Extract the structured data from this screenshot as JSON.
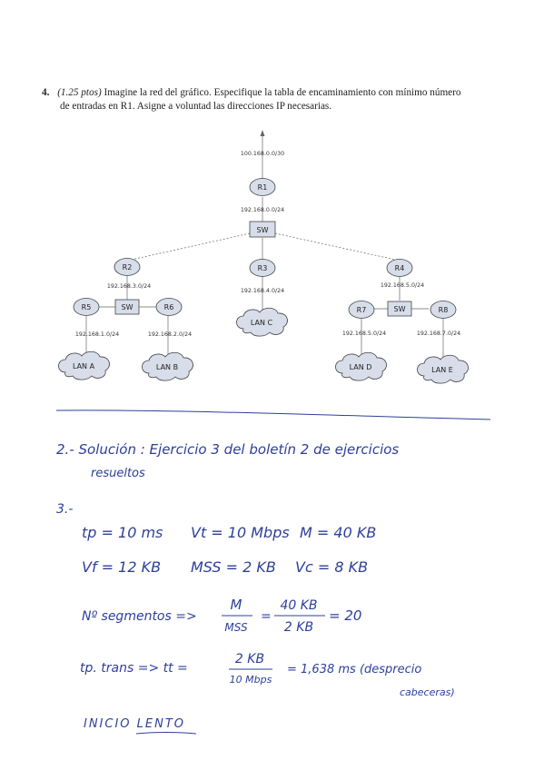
{
  "question": {
    "number": "4.",
    "points": "(1.25 ptos)",
    "line1": "Imagine la red del gráfico. Especifique la tabla de encaminamiento con mínimo número",
    "line2": "de entradas en R1. Asigne a voluntad las direcciones IP necesarias."
  },
  "diagram": {
    "top_net": "100.168.0.0/30",
    "nodes": {
      "r1": "R1",
      "sw_main": "SW",
      "r2": "R2",
      "r3": "R3",
      "r4": "R4",
      "r5": "R5",
      "sw_left": "SW",
      "r6": "R6",
      "r7": "R7",
      "sw_right": "SW",
      "r8": "R8",
      "lan_a": "LAN A",
      "lan_b": "LAN B",
      "lan_c": "LAN C",
      "lan_d": "LAN D",
      "lan_e": "LAN E"
    },
    "nets": {
      "r1_sw": "192.168.0.0/24",
      "r2_net": "192.168.3.0/24",
      "r3_net": "192.168.4.0/24",
      "r4_net": "192.168.5.0/24",
      "lan_a_net": "192.168.1.0/24",
      "lan_b_net": "192.168.2.0/24",
      "lan_d_net": "192.168.5.0/24",
      "lan_e_net": "192.168.7.0/24"
    }
  },
  "handwriting": {
    "line_2a": "2.- Solución : Ejercicio 3 del boletín 2 de ejercicios",
    "line_2b": "resueltos",
    "line_3": "3.-",
    "row1_tp": "tp = 10 ms",
    "row1_vt": "Vt = 10 Mbps",
    "row1_m": "M = 40 KB",
    "row2_vf": "Vf = 12 KB",
    "row2_mss": "MSS = 2 KB",
    "row2_vc": "Vc = 8 KB",
    "seg_label": "Nº segmentos =>",
    "seg_frac1_num": "M",
    "seg_frac1_den": "MSS",
    "seg_frac2_num": "40 KB",
    "seg_frac2_den": "2 KB",
    "seg_result": "= 20",
    "trans_label": "tp. trans =>  tt =",
    "trans_num": "2 KB",
    "trans_den": "10 Mbps",
    "trans_result": "= 1,638 ms (desprecio",
    "trans_note": "cabeceras)",
    "inicio": "INICIO LENTO"
  }
}
